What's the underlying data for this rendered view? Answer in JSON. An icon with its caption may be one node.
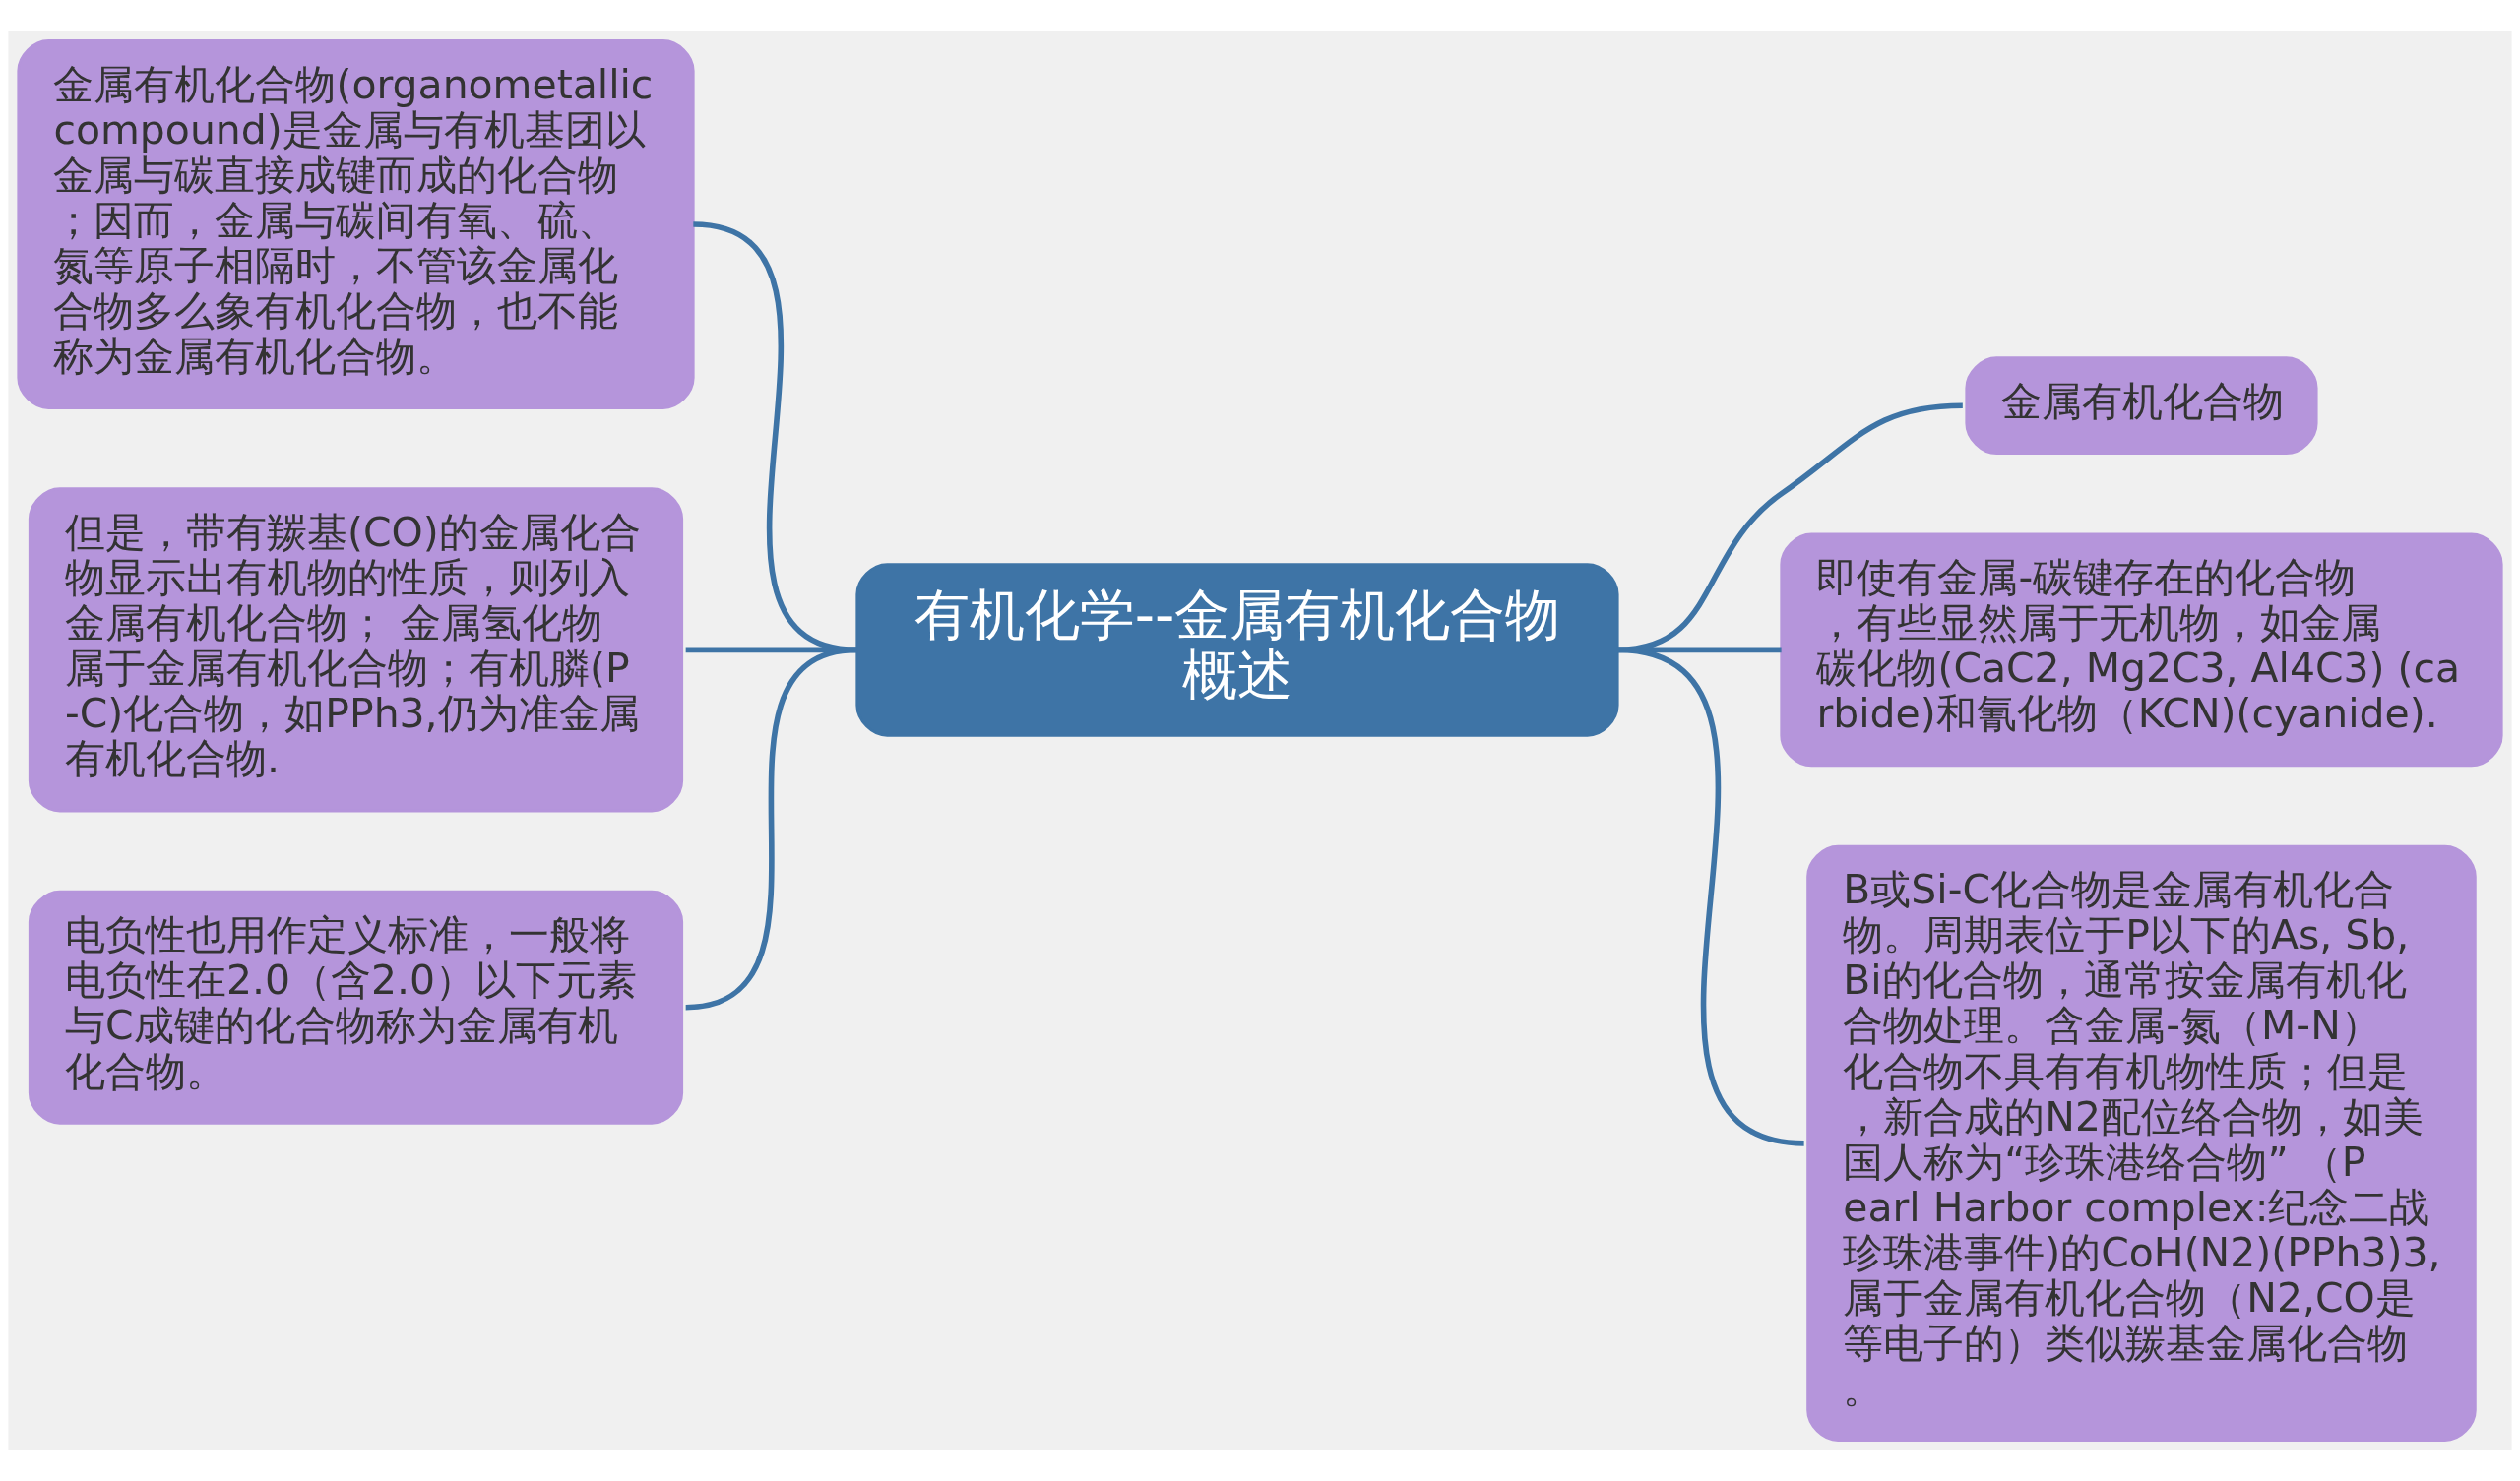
{
  "diagram": {
    "nodes": [
      {
        "text": [
          "有机化学--金属有机化合物概述"
        ]
      },
      {
        "text": [
          "金属有机化合物(organometallic compound)是金属与有机基团以金属与碳直接成键而成的化合物；因而，金属与碳间有氧、硫、氮等原子相隔时，不管该金属化合物多么象有机化合物，也不能称为金属有机化合物。"
        ]
      },
      {
        "text": [
          "但是，带有羰基(CO)的金属化合物显示出有机物的性质，则列入金属有机化合物； 金属氢化物属于金属有机化合物；有机膦(P-C)化合物，如PPh3,仍为准金属有机化合物."
        ]
      },
      {
        "text": [
          "电负性也用作定义标准，一般将电负性在2.0（含2.0）以下元素与C成键的化合物称为金属有机化合物。"
        ]
      },
      {
        "text": [
          "金属有机化合物"
        ]
      },
      {
        "text": [
          "即使有金属-碳键存在的化合物，有些显然属于无机物，如金属碳化物(CaC2, Mg2C3, Al4C3) (carbide)和氰化物（KCN)(cyanide)."
        ]
      },
      {
        "text": [
          "B或Si-C化合物是金属有机化合物。周期表位于P以下的As, Sb, Bi的化合物，通常按金属有机化合物处理。含金属-氮（M-N）化合物不具有有机物性质；但是，新合成的N2配位络合物，如美国人称为“珍珠港络合物” （Pearl Harbor complex:纪念二战珍珠港事件)的CoH(N2)(PPh3)3,属于金属有机化合物（N2,CO是等电子的）类似羰基金属化合物。"
        ]
      }
    ],
    "edges": [
      {
        "from": 0,
        "to": 1,
        "arrow": "none"
      },
      {
        "from": 0,
        "to": 2,
        "arrow": "none"
      },
      {
        "from": 0,
        "to": 3,
        "arrow": "none"
      },
      {
        "from": 0,
        "to": 4,
        "arrow": "none"
      },
      {
        "from": 0,
        "to": 5,
        "arrow": "none"
      },
      {
        "from": 0,
        "to": 6,
        "arrow": "none"
      }
    ]
  }
}
